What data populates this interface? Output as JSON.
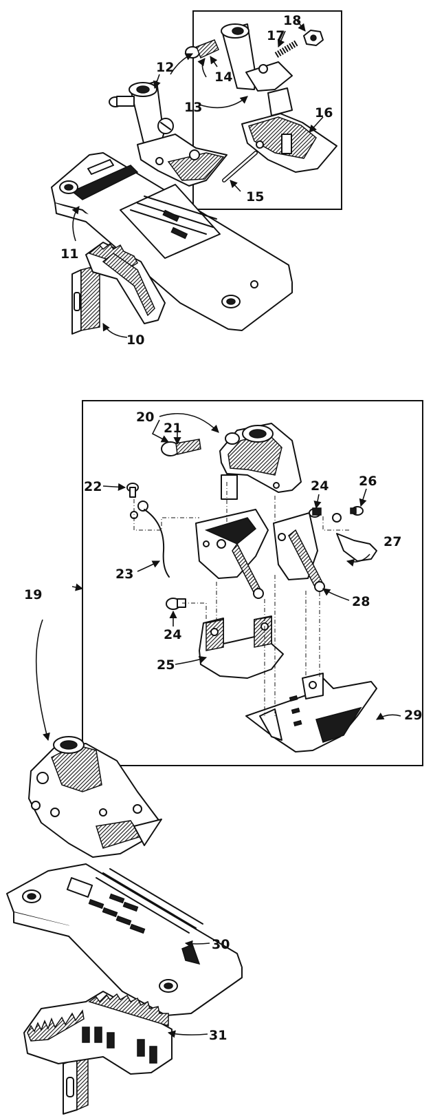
{
  "colors": {
    "ink": "#111111",
    "paper": "#ffffff"
  },
  "callouts": [
    {
      "id": "c10",
      "text": "10"
    },
    {
      "id": "c11",
      "text": "11"
    },
    {
      "id": "c12",
      "text": "12"
    },
    {
      "id": "c13",
      "text": "13"
    },
    {
      "id": "c14",
      "text": "14"
    },
    {
      "id": "c15",
      "text": "15"
    },
    {
      "id": "c16",
      "text": "16"
    },
    {
      "id": "c17",
      "text": "17"
    },
    {
      "id": "c18",
      "text": "18"
    },
    {
      "id": "c19",
      "text": "19"
    },
    {
      "id": "c20",
      "text": "20"
    },
    {
      "id": "c21",
      "text": "21"
    },
    {
      "id": "c22",
      "text": "22"
    },
    {
      "id": "c23",
      "text": "23"
    },
    {
      "id": "c24a",
      "text": "24"
    },
    {
      "id": "c24b",
      "text": "24"
    },
    {
      "id": "c25",
      "text": "25"
    },
    {
      "id": "c26",
      "text": "26"
    },
    {
      "id": "c27",
      "text": "27"
    },
    {
      "id": "c28",
      "text": "28"
    },
    {
      "id": "c29",
      "text": "29"
    },
    {
      "id": "c30",
      "text": "30"
    },
    {
      "id": "c31",
      "text": "31"
    }
  ]
}
